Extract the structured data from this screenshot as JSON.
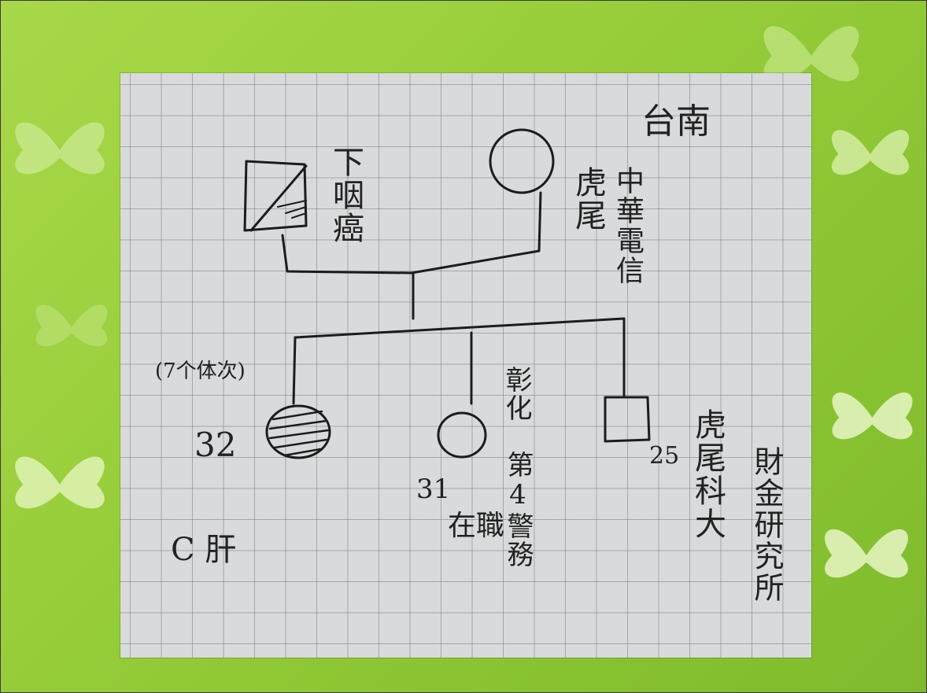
{
  "diagram": {
    "notes": {
      "header": "台南",
      "grandfather_condition": "下咽癌",
      "grandmother_place": "虎尾",
      "grandmother_job": "中華電信",
      "generation_note": "(7个体次)",
      "proband_age": "32",
      "proband_condition": "C 肝",
      "sister_age": "31",
      "sister_place": "彰化",
      "sister_job": "第4警務",
      "sister_status": "在職",
      "brother_age": "25",
      "brother_school": "虎尾科大",
      "brother_work": "財金研究所"
    }
  }
}
